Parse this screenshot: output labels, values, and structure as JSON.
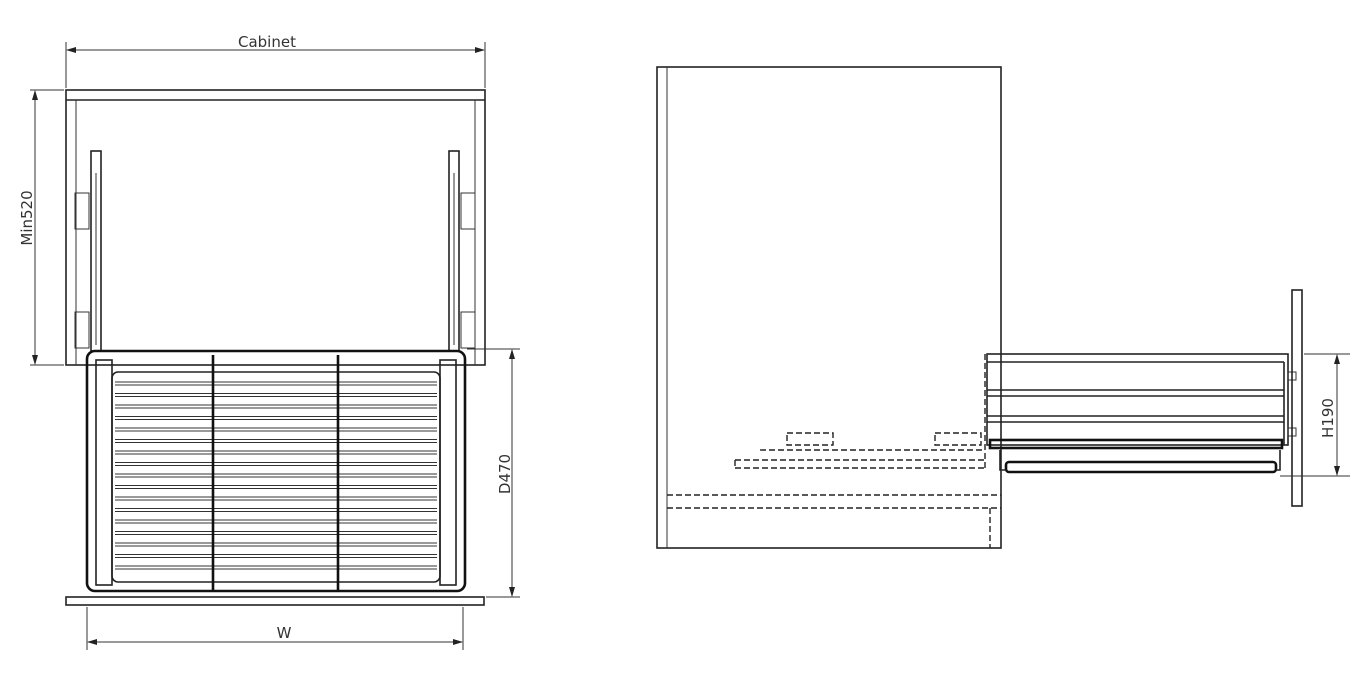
{
  "front_view": {
    "dimensions": {
      "cabinet": "Cabinet",
      "min_depth": "Min520",
      "basket_depth": "D470",
      "width": "W"
    }
  },
  "side_view": {
    "dimensions": {
      "height": "H190"
    }
  },
  "colors": {
    "line": "#222222",
    "background": "#ffffff"
  }
}
